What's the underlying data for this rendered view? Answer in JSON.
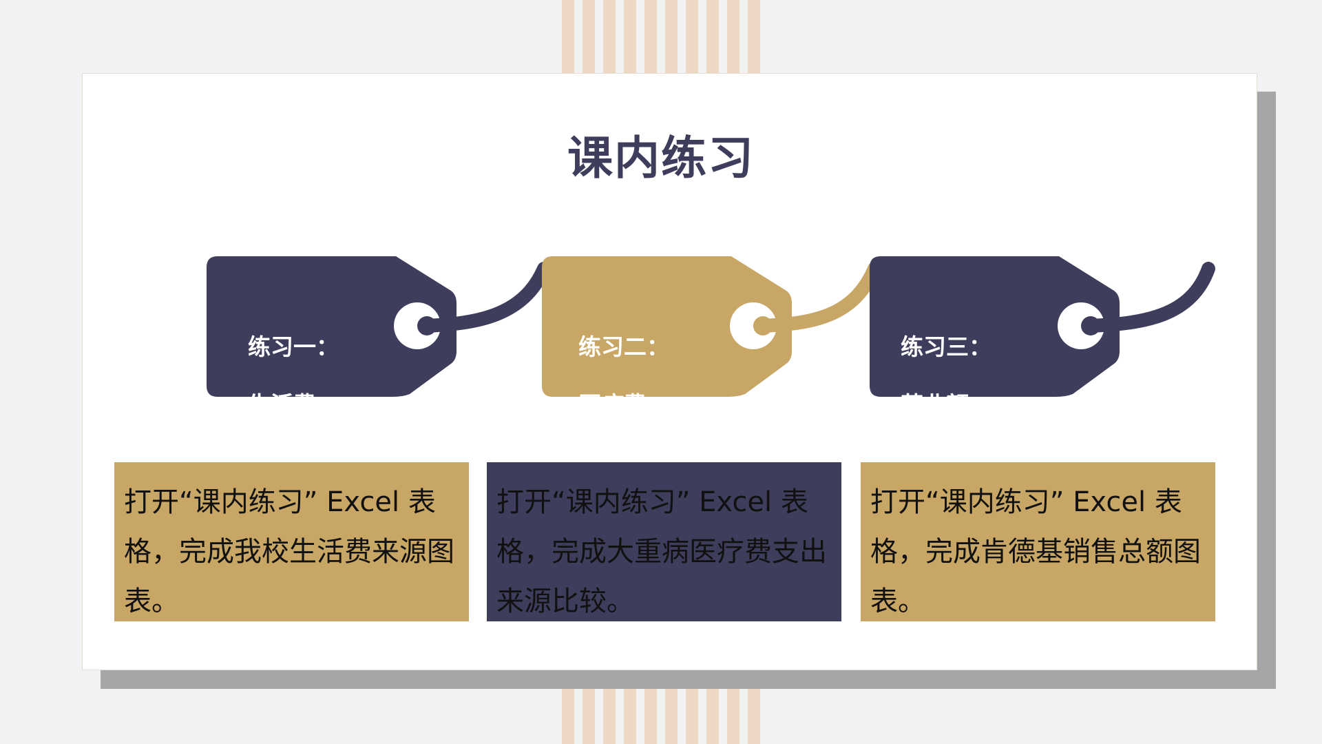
{
  "slide": {
    "title": "课内练习",
    "colors": {
      "navy": "#3e3d5c",
      "gold": "#c8a665",
      "stripe": "#ecd8c4",
      "shadow": "#a6a6a6",
      "background": "#f2f2f2"
    },
    "tags": [
      {
        "line1": "练习一：",
        "line2": "生活费",
        "color": "navy"
      },
      {
        "line1": "练习二：",
        "line2": "医疗费",
        "color": "gold"
      },
      {
        "line1": "练习三：",
        "line2": "营业额",
        "color": "navy"
      }
    ],
    "descriptions": [
      {
        "text": "打开“课内练习” Excel 表格，完成我校生活费来源图表。",
        "color": "gold"
      },
      {
        "text": "打开“课内练习” Excel 表格，完成大重病医疗费支出来源比较。",
        "color": "navy"
      },
      {
        "text": "打开“课内练习” Excel 表格，完成肯德基销售总额图表。",
        "color": "gold"
      }
    ]
  }
}
